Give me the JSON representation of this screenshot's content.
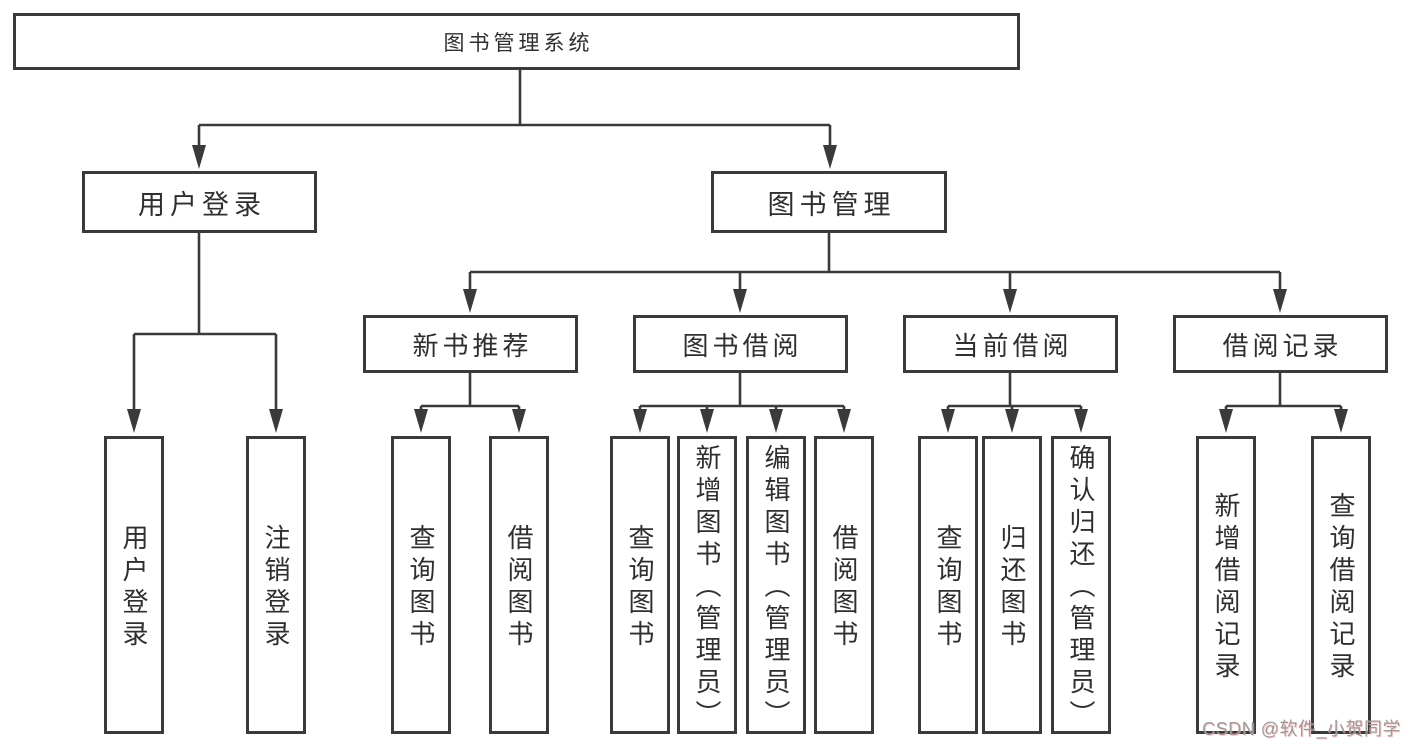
{
  "colors": {
    "line": "#3a3a3a",
    "text": "#2f2f2f",
    "bg": "#ffffff",
    "watermark": "#9b9b9b"
  },
  "watermark": {
    "text": "CSDN @软件_小贺同学"
  },
  "tree": {
    "label": "图书管理系统",
    "children": [
      {
        "label": "用户登录",
        "children": [
          {
            "label": "用户登录"
          },
          {
            "label": "注销登录"
          }
        ]
      },
      {
        "label": "图书管理",
        "children": [
          {
            "label": "新书推荐",
            "children": [
              {
                "label": "查询图书"
              },
              {
                "label": "借阅图书"
              }
            ]
          },
          {
            "label": "图书借阅",
            "children": [
              {
                "label": "查询图书"
              },
              {
                "label": "新增图书（管理员）"
              },
              {
                "label": "编辑图书（管理员）"
              },
              {
                "label": "借阅图书"
              }
            ]
          },
          {
            "label": "当前借阅",
            "children": [
              {
                "label": "查询图书"
              },
              {
                "label": "归还图书"
              },
              {
                "label": "确认归还（管理员）"
              }
            ]
          },
          {
            "label": "借阅记录",
            "children": [
              {
                "label": "新增借阅记录"
              },
              {
                "label": "查询借阅记录"
              }
            ]
          }
        ]
      }
    ]
  }
}
